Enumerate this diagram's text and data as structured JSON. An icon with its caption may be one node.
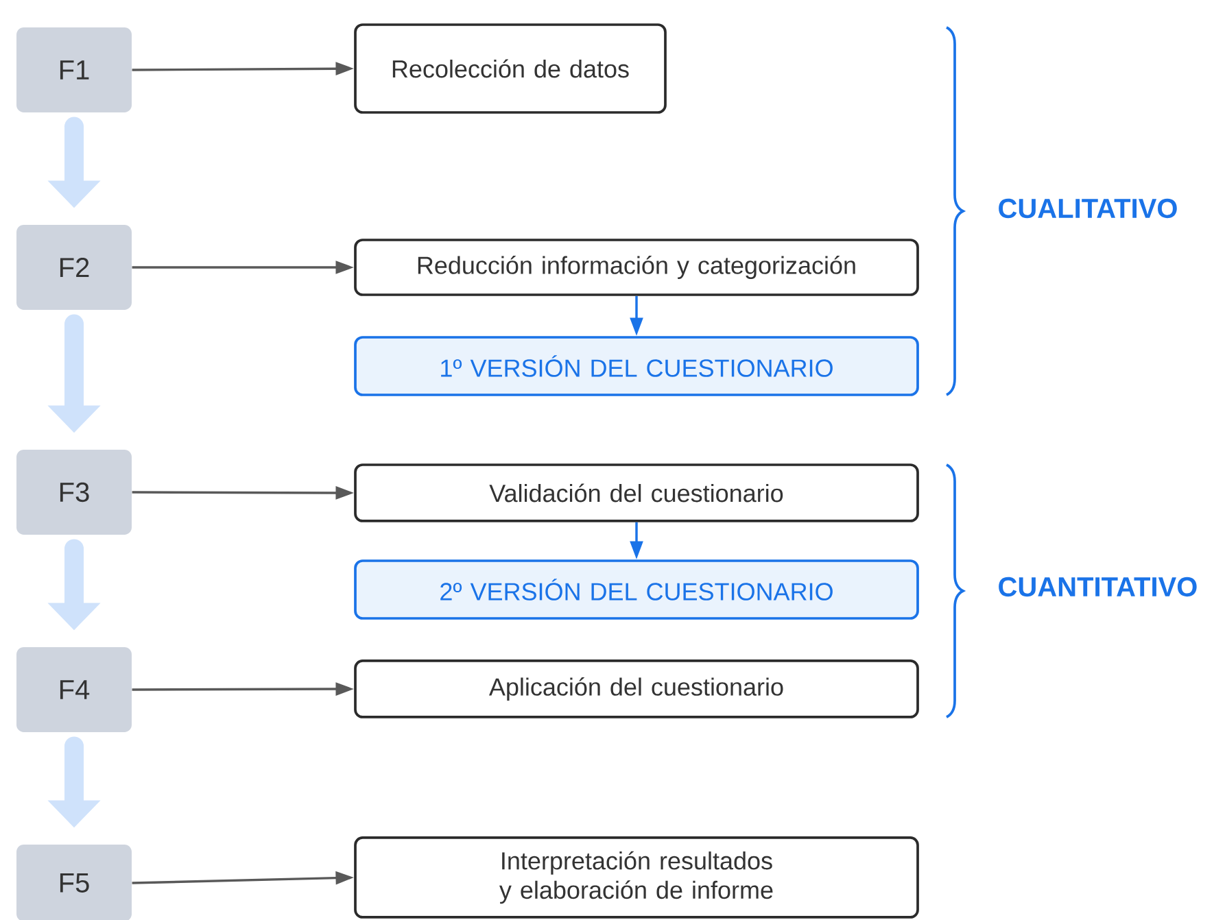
{
  "diagram": {
    "nodes": [
      {
        "text": [
          "F1"
        ]
      },
      {
        "text": [
          "F2"
        ]
      },
      {
        "text": [
          "F3"
        ]
      },
      {
        "text": [
          "F4"
        ]
      },
      {
        "text": [
          "F5"
        ]
      },
      {
        "text": [
          "Recolección de datos"
        ]
      },
      {
        "text": [
          "Reducción información y categorización"
        ]
      },
      {
        "text": [
          "1º VERSIÓN DEL CUESTIONARIO"
        ]
      },
      {
        "text": [
          "Validación del cuestionario"
        ]
      },
      {
        "text": [
          "2º VERSIÓN DEL CUESTIONARIO"
        ]
      },
      {
        "text": [
          "Aplicación del cuestionario"
        ]
      },
      {
        "text": [
          "Interpretación resultados y elaboración de informe"
        ]
      }
    ],
    "edges": [
      {
        "from": 0,
        "to": 5,
        "arrow": "to"
      },
      {
        "from": 0,
        "to": 1,
        "arrow": "to",
        "style": "thick",
        "color": "#cfe2fb"
      },
      {
        "from": 1,
        "to": 6,
        "arrow": "to"
      },
      {
        "from": 6,
        "to": 7,
        "arrow": "to",
        "color": "#1a73e8"
      },
      {
        "from": 1,
        "to": 2,
        "arrow": "to",
        "style": "thick",
        "color": "#cfe2fb"
      },
      {
        "from": 2,
        "to": 8,
        "arrow": "to"
      },
      {
        "from": 8,
        "to": 9,
        "arrow": "to",
        "color": "#1a73e8"
      },
      {
        "from": 2,
        "to": 3,
        "arrow": "to",
        "style": "thick",
        "color": "#cfe2fb"
      },
      {
        "from": 3,
        "to": 10,
        "arrow": "to"
      },
      {
        "from": 3,
        "to": 4,
        "arrow": "to",
        "style": "thick",
        "color": "#cfe2fb"
      },
      {
        "from": 4,
        "to": 11,
        "arrow": "to"
      }
    ],
    "labels": [
      "CUALITATIVO",
      "CUANTITATIVO"
    ]
  }
}
